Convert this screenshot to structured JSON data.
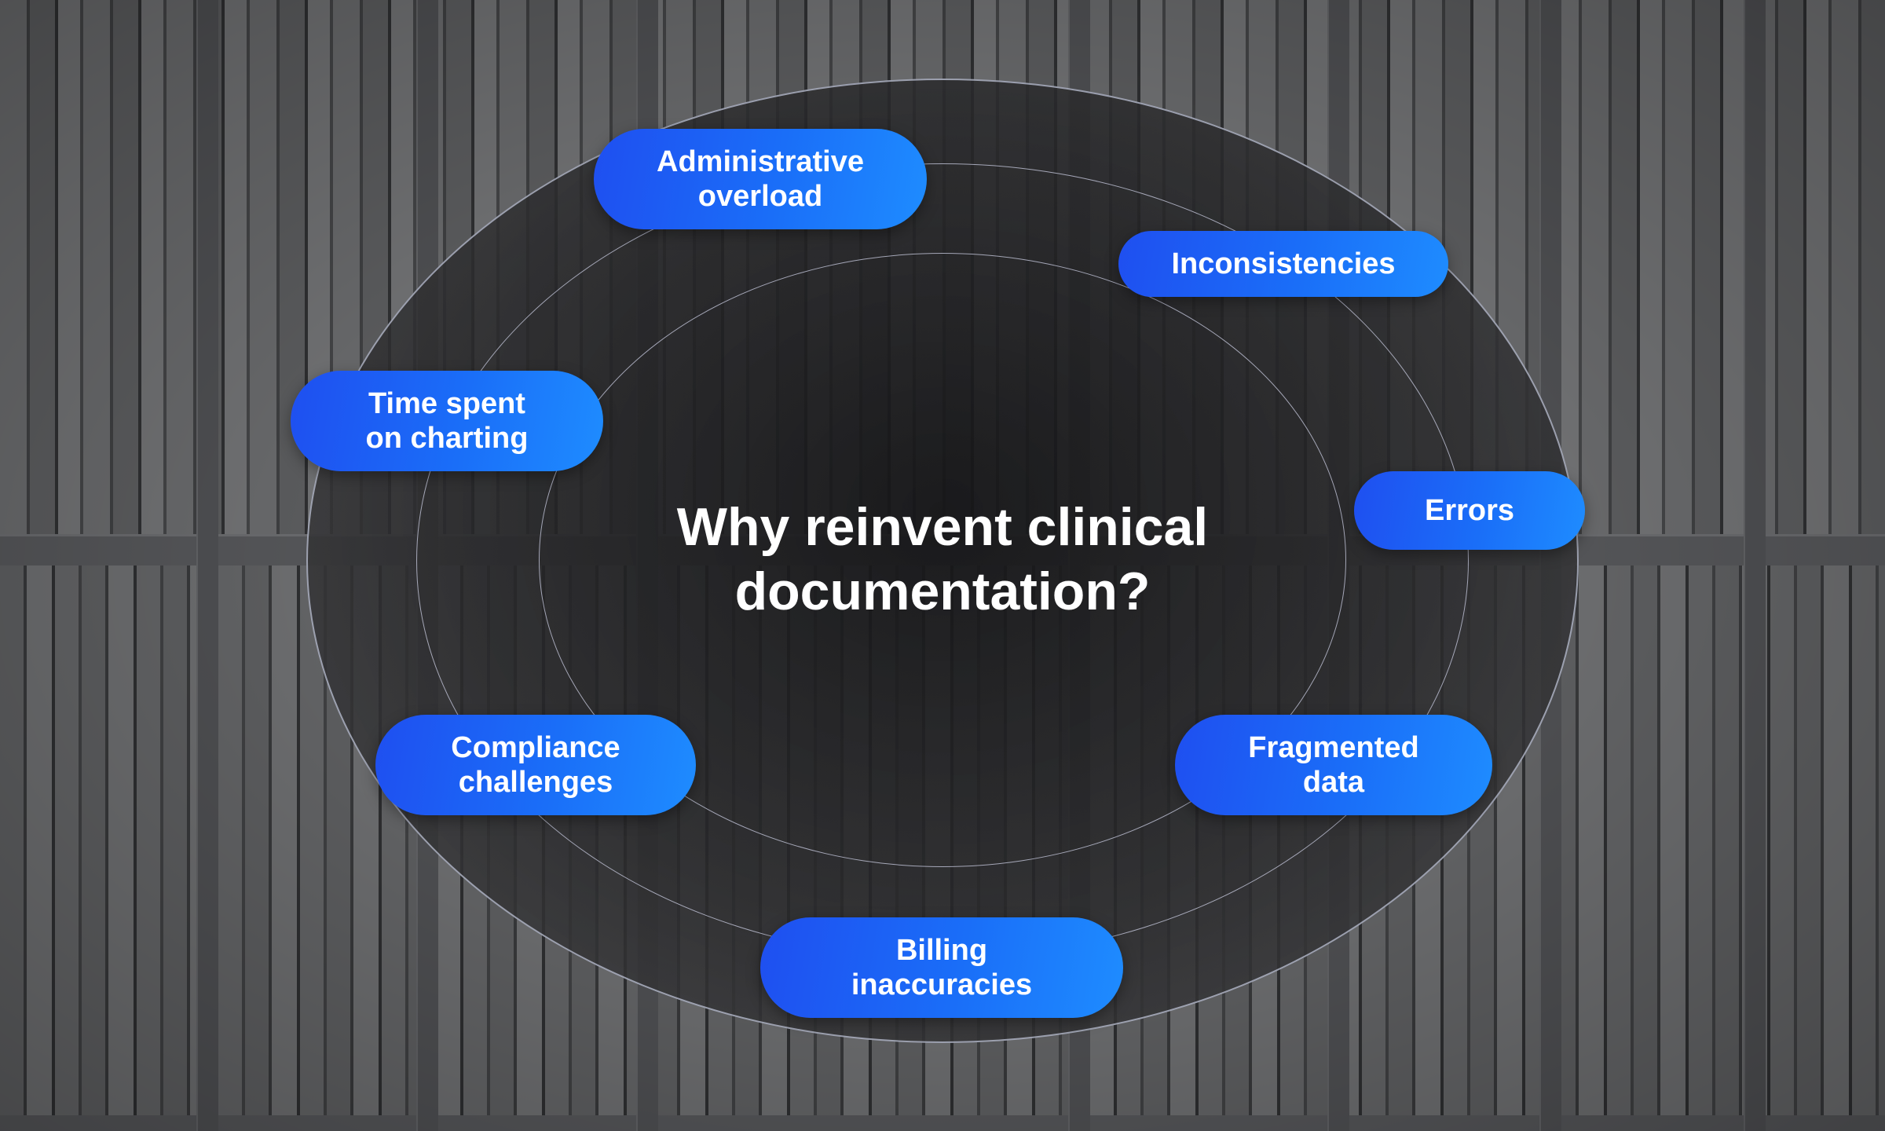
{
  "title": "Why reinvent clinical documentation?",
  "accent_colors": {
    "pill_start": "#1f4ff0",
    "pill_end": "#1e8cff",
    "ring": "#cdd0e6"
  },
  "issues": [
    {
      "label": "Administrative\noverload"
    },
    {
      "label": "Inconsistencies"
    },
    {
      "label": "Time spent\non charting"
    },
    {
      "label": "Errors"
    },
    {
      "label": "Compliance\nchallenges"
    },
    {
      "label": "Fragmented\ndata"
    },
    {
      "label": "Billing\ninaccuracies"
    }
  ]
}
